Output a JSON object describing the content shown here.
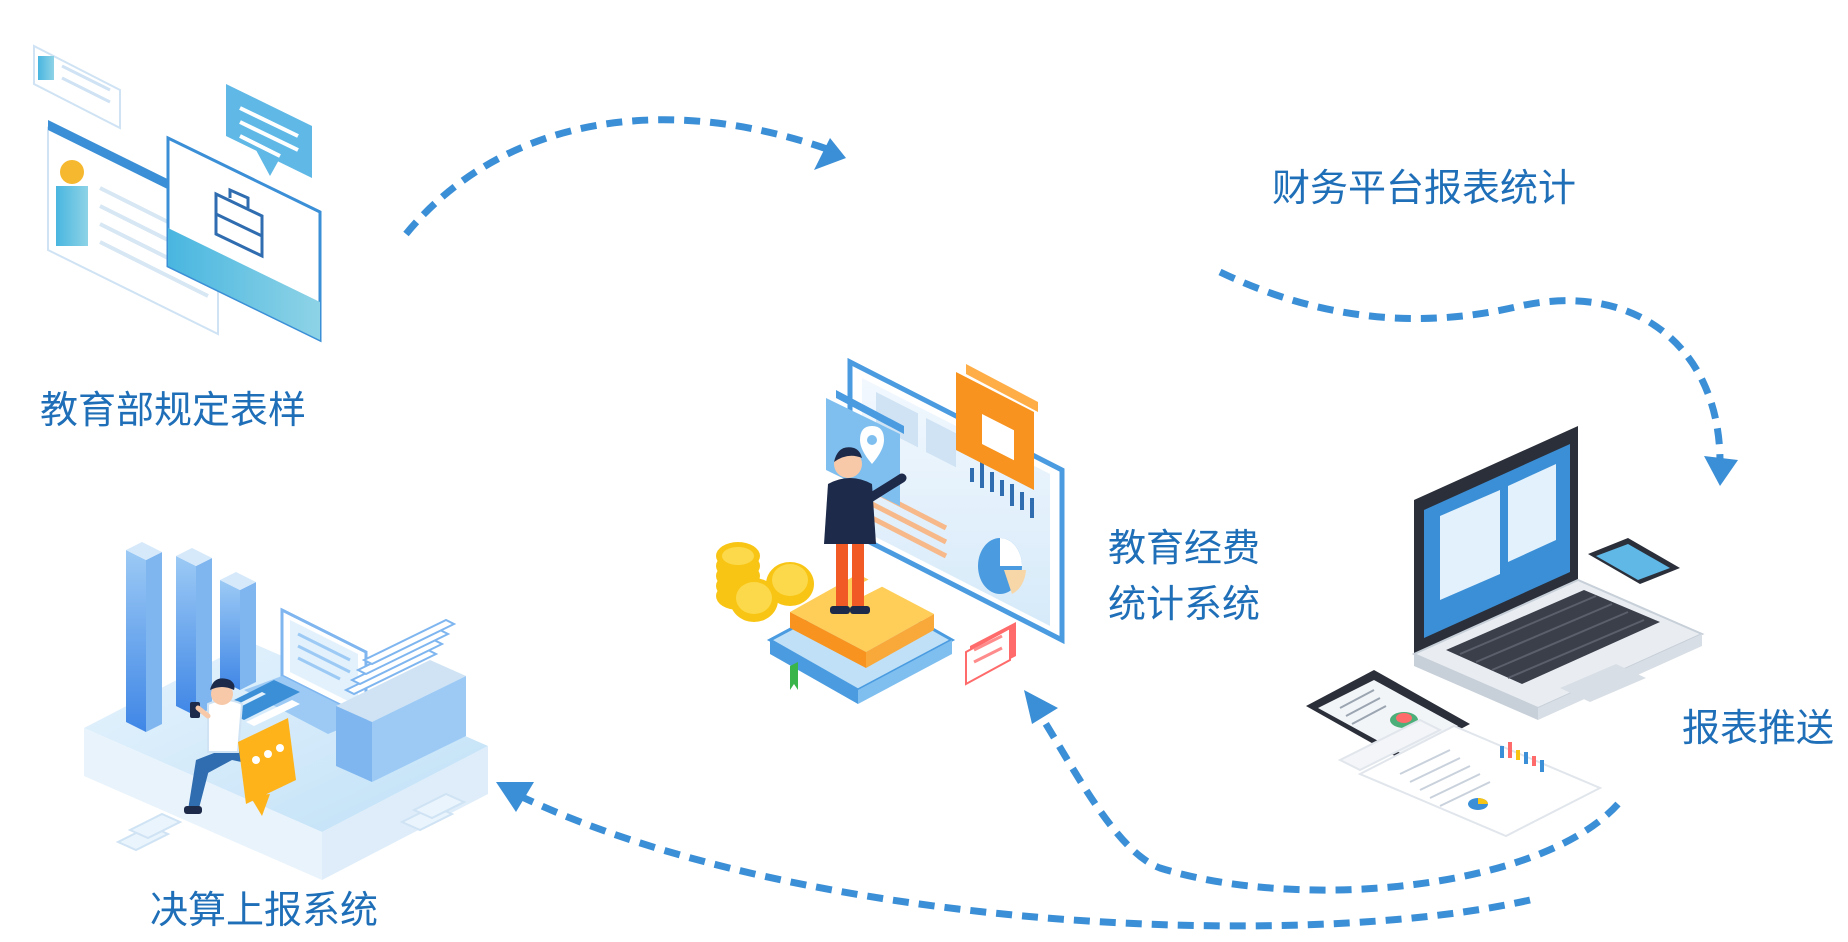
{
  "nodes": {
    "moe_template": {
      "label": "教育部规定表样"
    },
    "finance_platform": {
      "label": "财务平台报表统计"
    },
    "edu_funds_system": {
      "label_line1": "教育经费",
      "label_line2": "统计系统"
    },
    "report_push": {
      "label": "报表推送"
    },
    "final_account_system": {
      "label": "决算上报系统"
    }
  },
  "colors": {
    "accent_blue": "#1f6fb8",
    "arrow_blue": "#3b8fd6",
    "illus_blue": "#4a9be0",
    "illus_light": "#dcedfb",
    "illus_orange": "#f7931e",
    "illus_yellow": "#f9c514",
    "illus_dark": "#1e2a4a",
    "illus_red": "#ff6b6b"
  }
}
